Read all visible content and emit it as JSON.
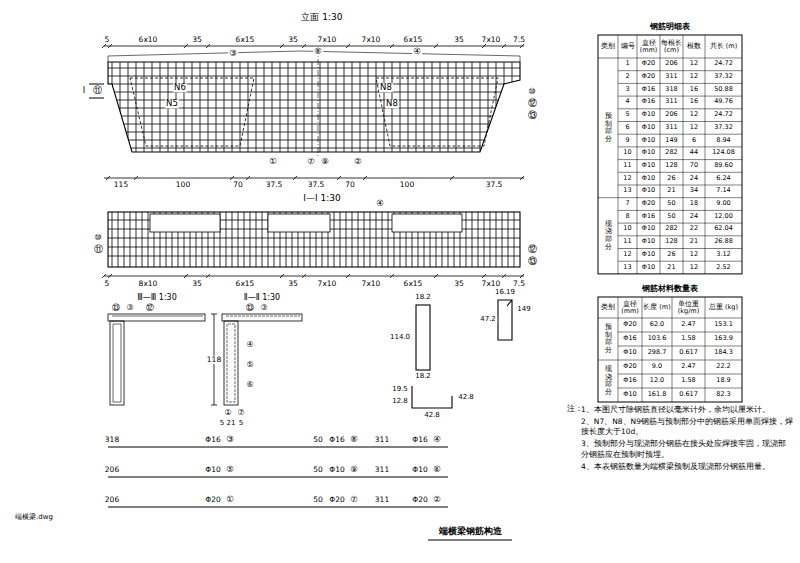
{
  "diagram": {
    "title": "端横梁钢筋构造",
    "labels": [
      "立面 1:30",
      "5",
      "6x10",
      "35",
      "6x15",
      "35",
      "7x10",
      "7x10",
      "6x15",
      "35",
      "7x10",
      "7.5",
      "③",
      "⑧",
      "④",
      "①",
      "⑦",
      "⑨",
      "②",
      "I",
      "⑪",
      "⑩",
      "⑫",
      "⑬",
      "N6",
      "N5",
      "N8",
      "N8",
      "115",
      "100",
      "70",
      "37.5",
      "37.5",
      "70",
      "100",
      "37.5",
      "I—I 1:30",
      "⑩",
      "⑪",
      "④",
      "⑫",
      "⑬",
      "5",
      "8x10",
      "35",
      "6x15",
      "35",
      "7x10",
      "7x10",
      "6x15",
      "35",
      "7x10",
      "7.5",
      "Ⅲ—Ⅲ 1:30",
      "Ⅱ—Ⅱ 1:30",
      "118",
      "⑬",
      "③",
      "⑫",
      "⑬",
      "③",
      "④",
      "⑤",
      "⑥",
      "①",
      "⑦",
      "5",
      "21",
      "5",
      "18.2",
      "114.0",
      "18.2",
      "16.19",
      "47.2",
      "149",
      "19.5",
      "12.8",
      "42.8",
      "42.8",
      "318",
      "Φ16",
      "③",
      "50",
      "Φ16",
      "⑧",
      "311",
      "Φ16",
      "④",
      "206",
      "Φ10",
      "⑤",
      "50",
      "Φ10",
      "⑨",
      "311",
      "Φ10",
      "⑥",
      "206",
      "Φ20",
      "①",
      "50",
      "Φ20",
      "⑦",
      "311",
      "Φ20",
      "②",
      "钢筋明细表",
      "类别",
      "编号",
      "直径 (mm)",
      "每根长 (cm)",
      "根数",
      "共长 (m)",
      "预制部分",
      "现浇部分",
      "1",
      "Φ20",
      "206",
      "12",
      "24.72",
      "2",
      "Φ20",
      "311",
      "12",
      "37.32",
      "3",
      "Φ16",
      "318",
      "16",
      "50.88",
      "4",
      "Φ16",
      "311",
      "16",
      "49.76",
      "5",
      "Φ10",
      "206",
      "12",
      "24.72",
      "6",
      "Φ10",
      "311",
      "12",
      "37.32",
      "9",
      "Φ10",
      "149",
      "6",
      "8.94",
      "10",
      "Φ10",
      "282",
      "44",
      "124.08",
      "11",
      "Φ10",
      "128",
      "70",
      "89.60",
      "12",
      "Φ10",
      "26",
      "24",
      "6.24",
      "13",
      "Φ10",
      "21",
      "34",
      "7.14",
      "7",
      "Φ20",
      "50",
      "18",
      "9.00",
      "8",
      "Φ16",
      "50",
      "24",
      "12.00",
      "10",
      "Φ10",
      "282",
      "22",
      "62.04",
      "11",
      "Φ10",
      "128",
      "21",
      "26.88",
      "12",
      "Φ10",
      "26",
      "12",
      "3.12",
      "13",
      "Φ10",
      "21",
      "12",
      "2.52",
      "钢筋材料数量表",
      "类别",
      "直径 (mm)",
      "长度 (m)",
      "单位重 (kg/m)",
      "总重 (kg)",
      "预制部分",
      "现浇部分",
      "Φ20",
      "62.0",
      "2.47",
      "153.1",
      "Φ16",
      "103.6",
      "1.58",
      "163.9",
      "Φ10",
      "298.7",
      "0.617",
      "184.3",
      "Φ20",
      "9.0",
      "2.47",
      "22.2",
      "Φ16",
      "12.0",
      "1.58",
      "18.9",
      "Φ10",
      "161.8",
      "0.617",
      "82.3",
      "注：",
      "1、本图尺寸除钢筋直径以毫米计外，余均以厘米计。",
      "2、N7、N8、N9钢筋与预制部分中的钢筋采用单面焊接，焊接长度大于10d。",
      "3、预制部分与现浇部分钢筋在接头处应焊接牢固，现浇部分钢筋应在预制时预埋。",
      "4、本表钢筋数量为端横梁预制及现浇部分钢筋用量。",
      "端横梁.dwg"
    ]
  }
}
